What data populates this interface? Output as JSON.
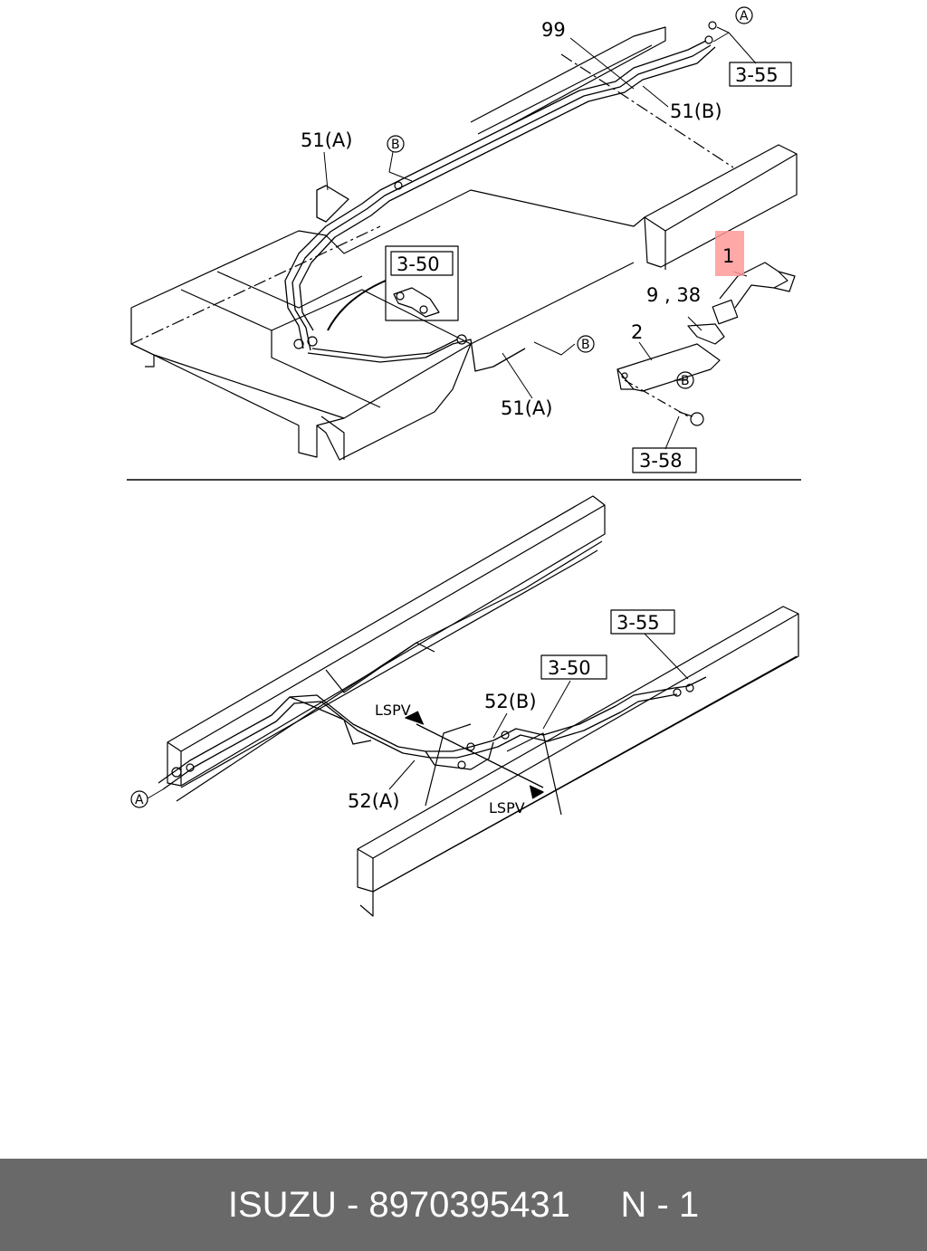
{
  "top_diagram": {
    "callouts": {
      "c99": "99",
      "c51b": "51(B)",
      "c51a_top": "51(A)",
      "c51a_bottom": "51(A)",
      "c1": "1",
      "c9_38": "9 , 38",
      "c2": "2"
    },
    "ref_boxes": {
      "r355": "3-55",
      "r350": "3-50",
      "r358": "3-58"
    },
    "markers": {
      "a": "A",
      "b": "B"
    }
  },
  "bottom_diagram": {
    "callouts": {
      "c52a": "52(A)",
      "c52b": "52(B)",
      "lspv_top": "LSPV",
      "lspv_bottom": "LSPV"
    },
    "ref_boxes": {
      "r355": "3-55",
      "r350": "3-50"
    },
    "markers": {
      "a": "A"
    }
  },
  "colors": {
    "highlight": "#ff9999",
    "footer_bg": "#696969",
    "footer_text": "#ffffff"
  },
  "footer": {
    "brand": "ISUZU",
    "separator": "-",
    "part_number": "8970395431",
    "position": "N - 1"
  }
}
